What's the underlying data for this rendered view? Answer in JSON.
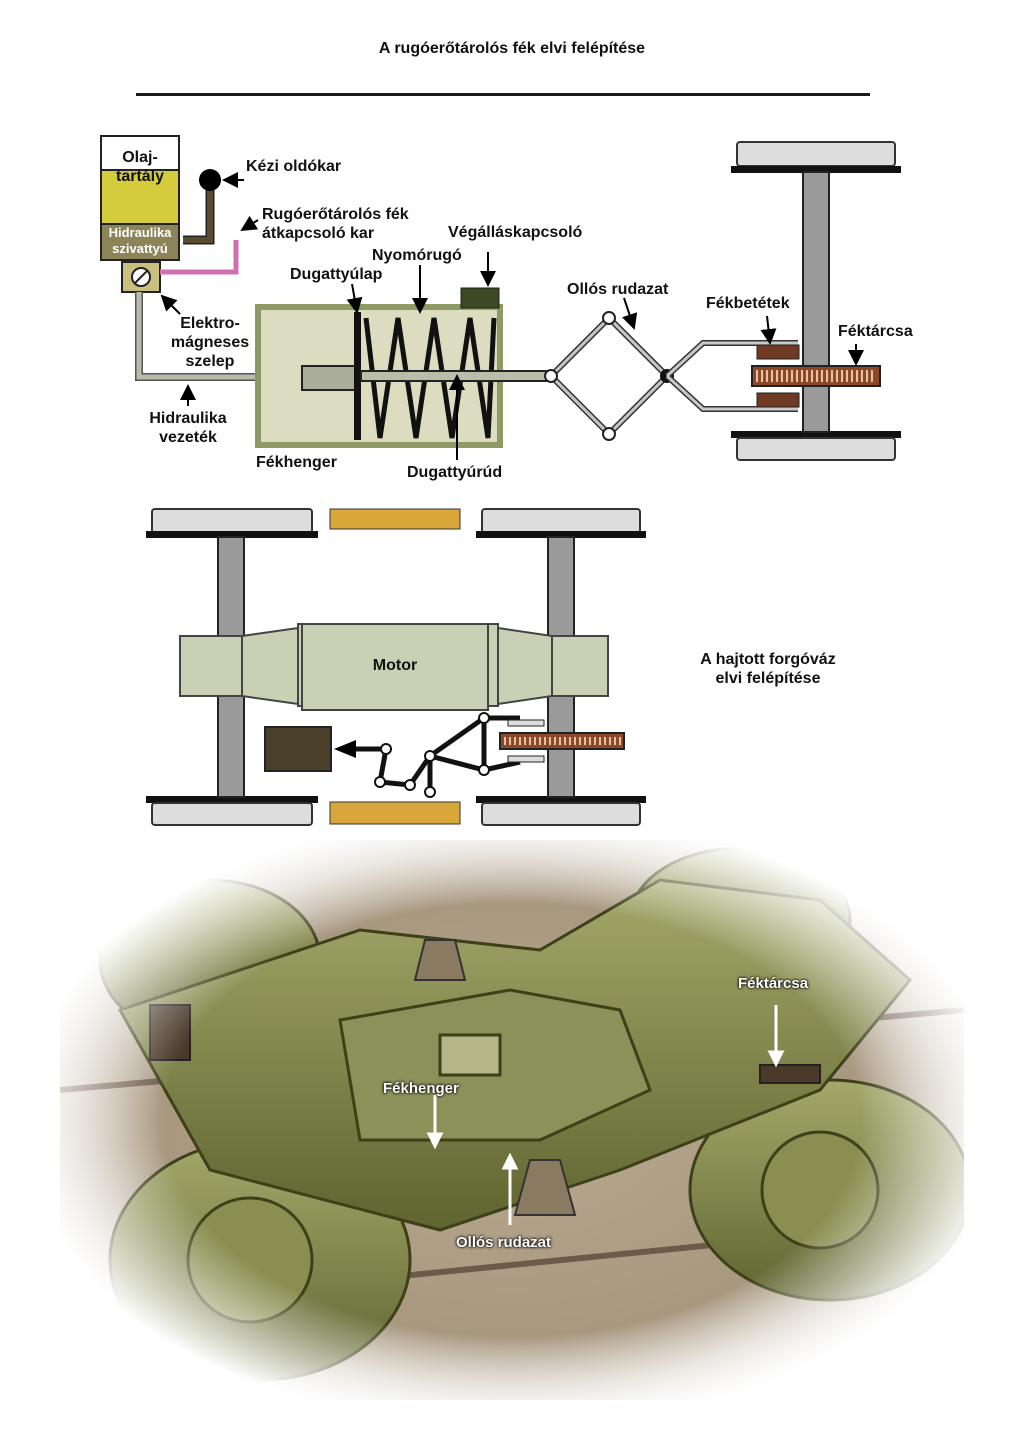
{
  "page_title": "A rugóerőtárolós fék elvi felépítése",
  "brake_diagram": {
    "oil_tank": "Olaj-\ntartály",
    "pump": "Hidraulika\nszivattyú",
    "hand_release": "Kézi oldókar",
    "switch_lever": "Rugóerőtárolós fék\nátkapcsoló kar",
    "limit_switch": "Végálláskapcsoló",
    "compression_spring": "Nyomórugó",
    "piston_plate": "Dugattyúlap",
    "solenoid_valve": "Elektro-\nmágneses\nszelep",
    "hydraulic_line": "Hidraulika\nvezeték",
    "brake_cylinder": "Fékhenger",
    "piston_rod": "Dugattyúrúd",
    "scissor_linkage": "Ollós rudazat",
    "brake_pads": "Fékbetétek",
    "brake_disc": "Féktárcsa"
  },
  "bogie_diagram": {
    "motor": "Motor",
    "caption": "A hajtott forgóváz\nelvi felépítése"
  },
  "photo": {
    "brake_disc": "Féktárcsa",
    "brake_cylinder": "Fékhenger",
    "scissor_linkage": "Ollós rudazat"
  },
  "colors": {
    "cylinder_fill": "#dcdcc0",
    "cylinder_border": "#8e9a63",
    "oil": "#d4cc3c",
    "pump": "#8c8458",
    "lever": "#5a4a30",
    "switch_lever": "#d070b0",
    "pipe": "#9aa08a",
    "motor": "#c9d0b4",
    "pad": "#6e3a24",
    "disc": "#8a4a2a",
    "mass_block": "#d9a63a",
    "bogie_paint": "#7d8040"
  }
}
